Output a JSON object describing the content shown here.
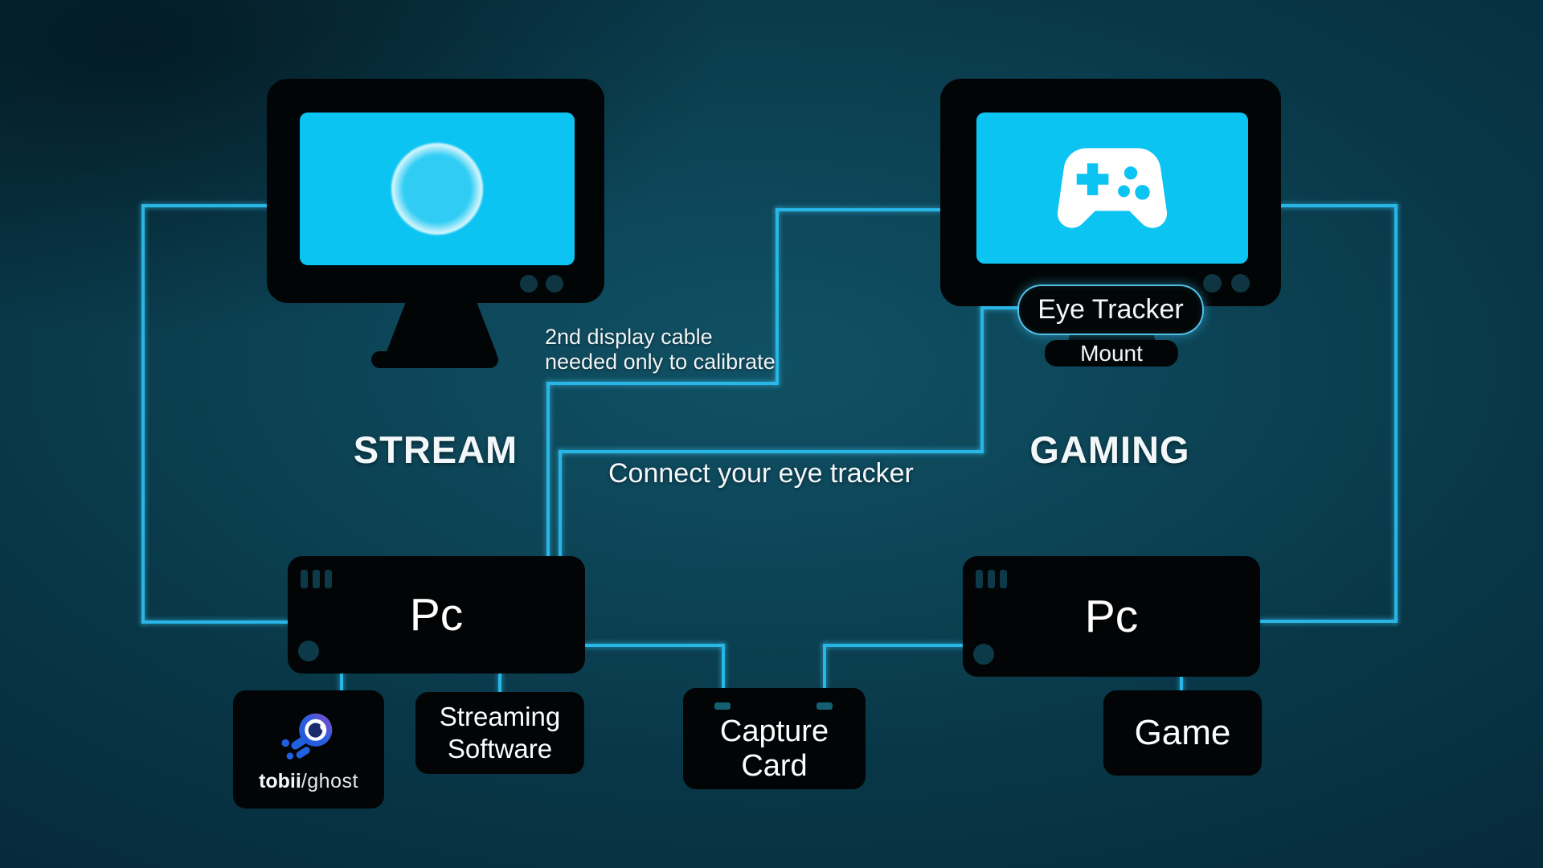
{
  "diagram": {
    "labels": {
      "stream_title": "STREAM",
      "gaming_title": "GAMING"
    },
    "notes": {
      "cable_line1": "2nd display cable",
      "cable_line2": "needed only to calibrate",
      "connect": "Connect your eye tracker"
    },
    "stream": {
      "pc": "Pc",
      "tobii_brand": "tobii",
      "tobii_product": "/ghost",
      "software_line1": "Streaming",
      "software_line2": "Software"
    },
    "gaming": {
      "pc": "Pc",
      "eye_tracker": "Eye Tracker",
      "mount": "Mount",
      "game": "Game"
    },
    "shared": {
      "capture_card": "Capture Card"
    },
    "icons": {
      "left_screen": "calibration-circle",
      "right_screen": "gamepad-icon",
      "tobii_box": "tobii-ghost-logo"
    },
    "colors": {
      "wire_cyan": "#28b6e7",
      "screen_cyan": "#0bc4f2",
      "device_black": "#020405",
      "background_teal": "#083646",
      "eye_tracker_border": "#56c9f2",
      "logo_blue": "#2160e0",
      "logo_purple": "#8d46c4",
      "text_white": "#f2f7f9"
    }
  }
}
